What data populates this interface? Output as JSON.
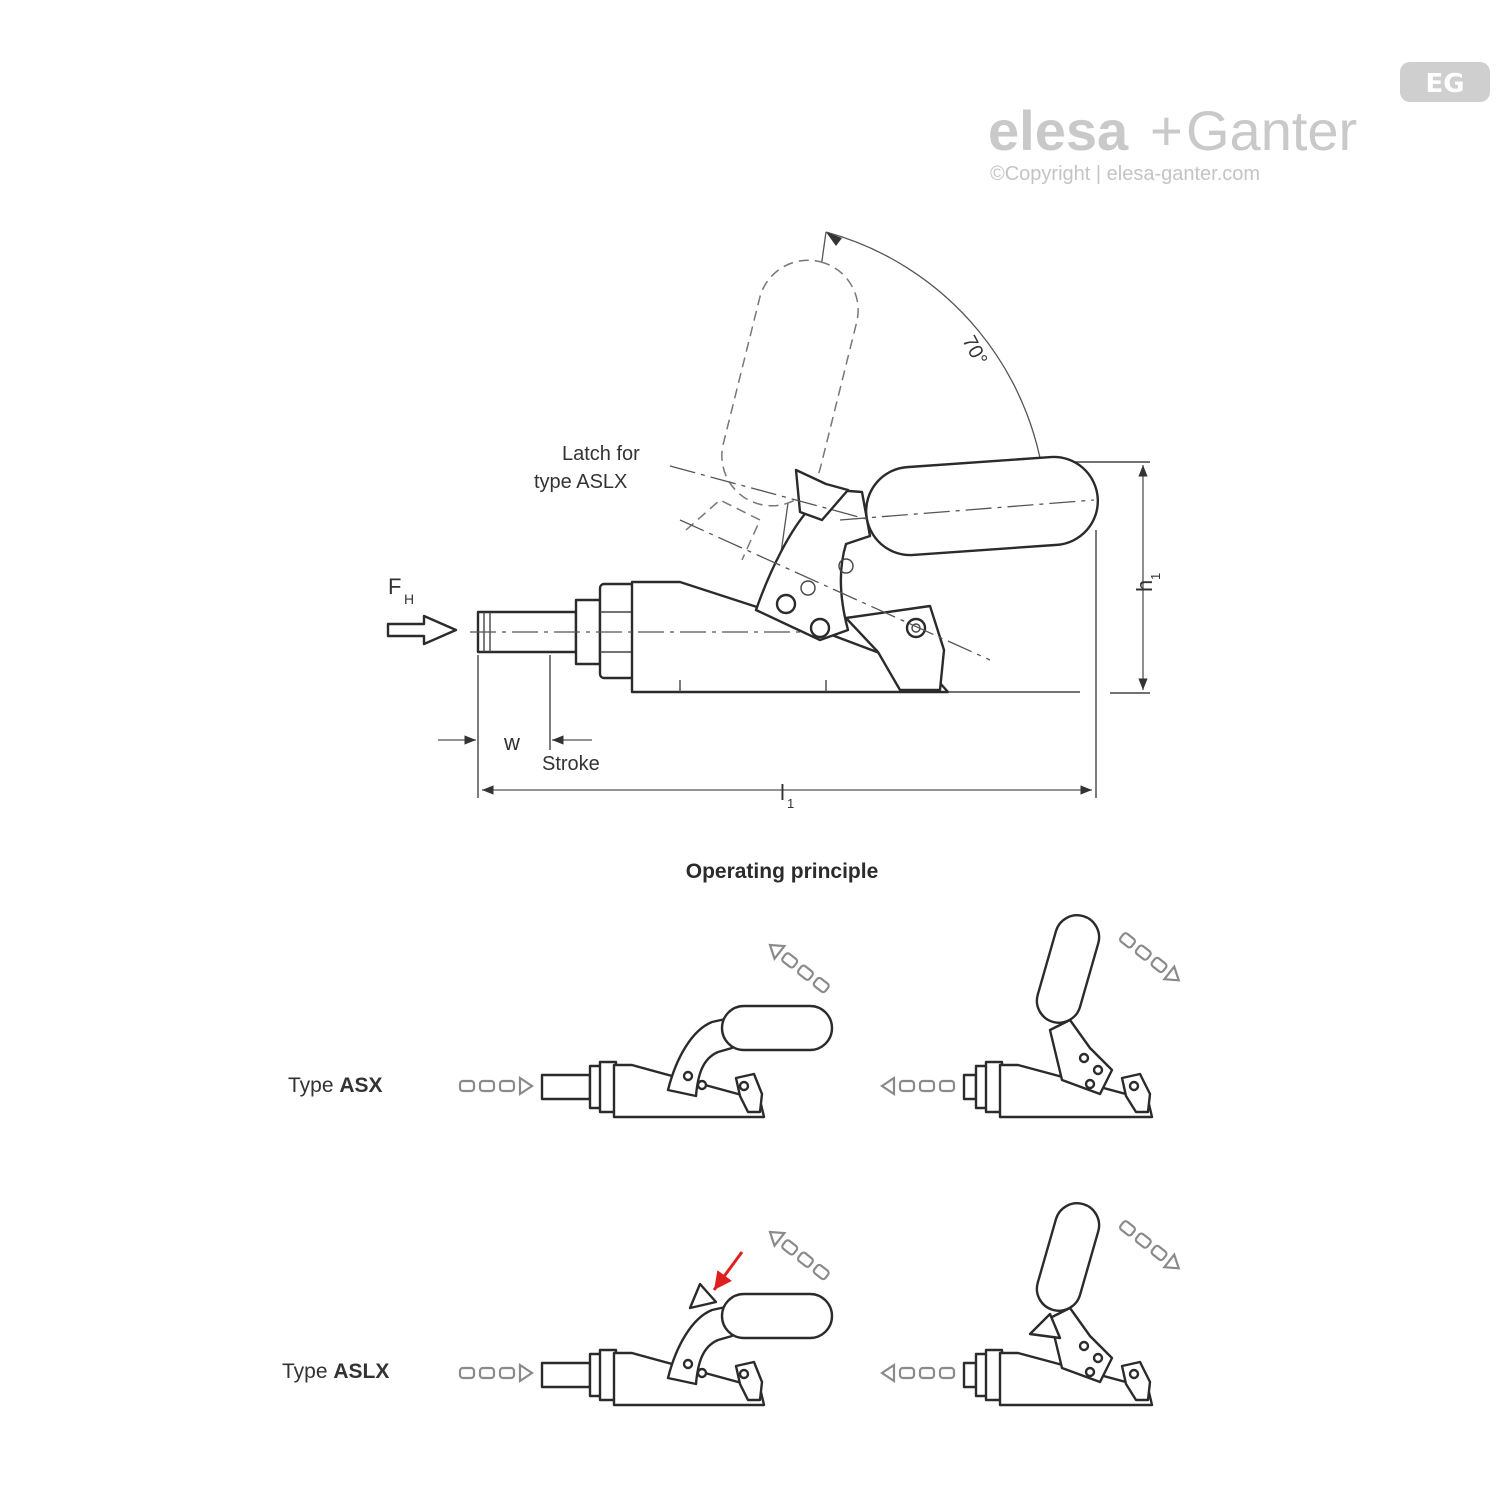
{
  "logo": {
    "badge": "EG",
    "brand_part1": "elesa",
    "brand_sep": "+",
    "brand_part2": "Ganter",
    "copyright": "©Copyright | elesa-ganter.com"
  },
  "drawing": {
    "latch_label_line1": "Latch  for",
    "latch_label_line2": "type ASLX",
    "angle_label": "70°",
    "force_label": "F",
    "force_sub": "H",
    "w_label": "w",
    "stroke_label": "Stroke",
    "l_label": "l",
    "l_sub": "1",
    "h_label": "h",
    "h_sub": "1"
  },
  "operating": {
    "title": "Operating principle",
    "row1_prefix": "Type ",
    "row1_type": "ASX",
    "row2_prefix": "Type ",
    "row2_type": "ASLX"
  },
  "colors": {
    "latch_arrow": "#e02020",
    "logo_grey": "#c9c9c9"
  }
}
